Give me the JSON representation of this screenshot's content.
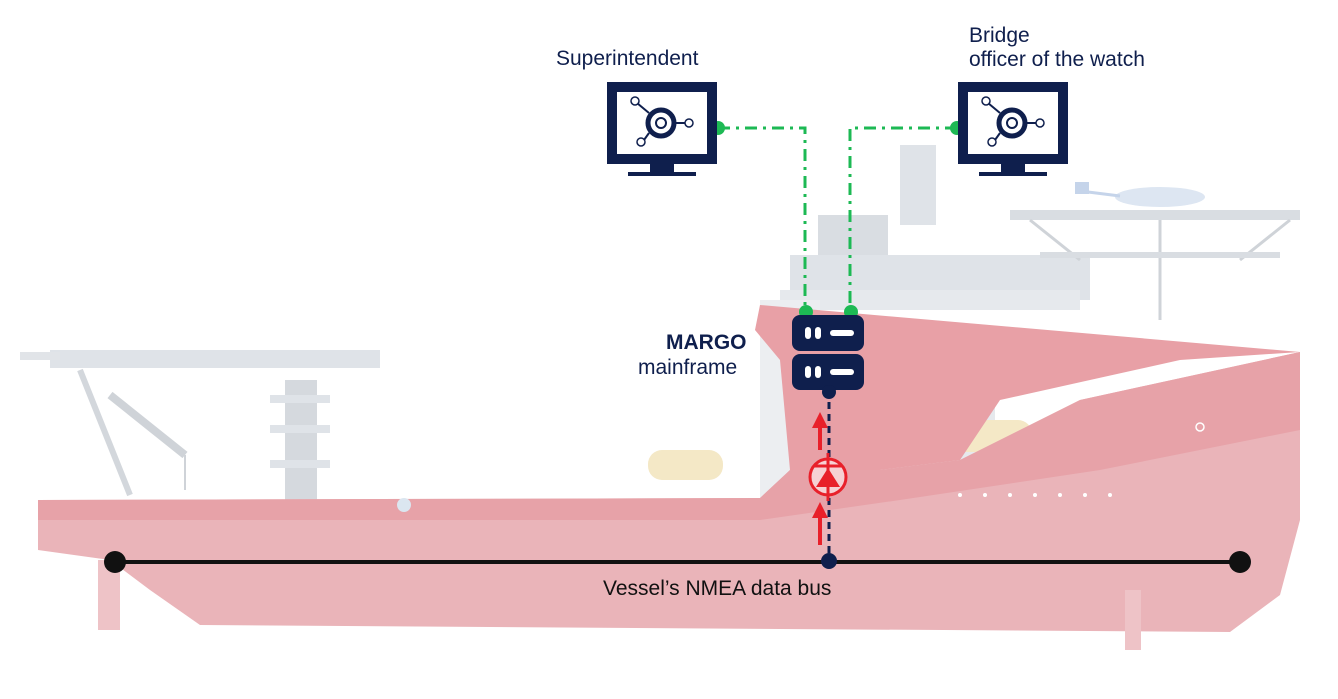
{
  "colors": {
    "navy": "#0f1f4d",
    "hull": "#e8a0a6",
    "hull_deck": "#eab4b9",
    "superstructure": "#dde1e6",
    "green_link": "#1db954",
    "red_flow": "#e8202a",
    "bus": "#111111"
  },
  "icons": {
    "monitor": "monitor-icon",
    "network": "network-hub-icon",
    "mainframe": "server-icon",
    "isolator": "diode-isolator-icon"
  },
  "labels": {
    "superintendent": "Superintendent",
    "bridge_line1": "Bridge",
    "bridge_line2": "officer of the watch",
    "margo": "MARGO",
    "mainframe": "mainframe",
    "bus": "Vessel’s NMEA data bus"
  }
}
